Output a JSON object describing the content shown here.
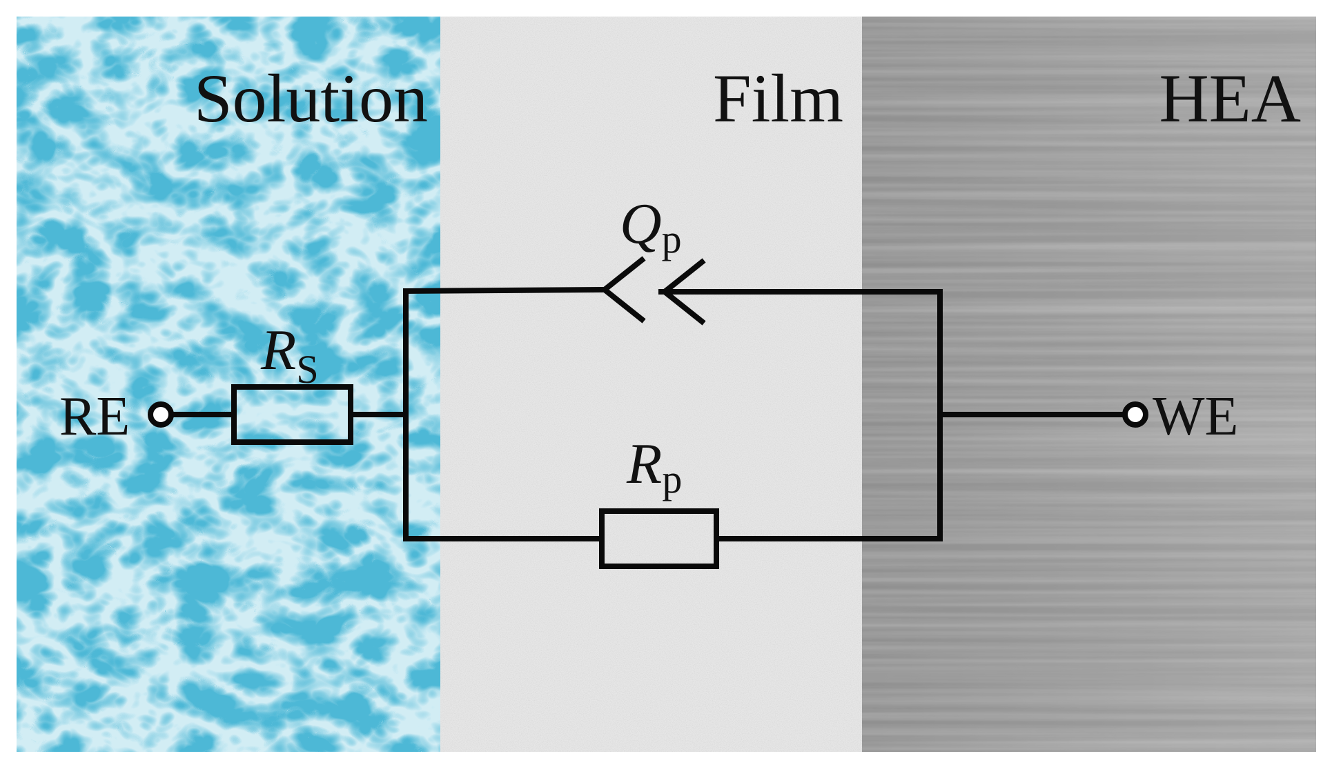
{
  "regions": {
    "solution": {
      "label": "Solution",
      "color": "#4db8d6"
    },
    "film": {
      "label": "Film",
      "color": "#e6e6e6"
    },
    "hea": {
      "label": "HEA",
      "color": "#9a9a9a"
    }
  },
  "terminals": {
    "reference": "RE",
    "working": "WE"
  },
  "components": {
    "solution_resistor": {
      "symbol": "R",
      "subscript": "S"
    },
    "constant_phase_element": {
      "symbol": "Q",
      "subscript": "p"
    },
    "polarization_resistor": {
      "symbol": "R",
      "subscript": "p"
    }
  }
}
